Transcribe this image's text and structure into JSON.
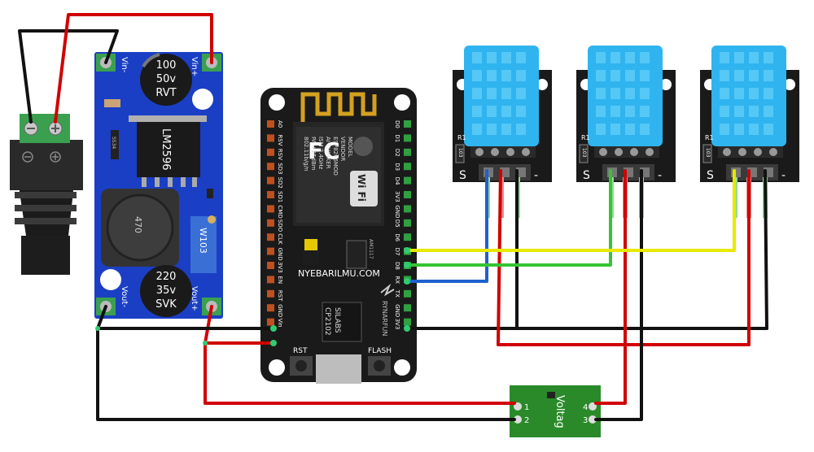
{
  "caps": {
    "in": {
      "line1": "100",
      "line2": "50v",
      "line3": "RVT"
    },
    "out": {
      "line1": "220",
      "line2": "35v",
      "line3": "SVK"
    }
  },
  "buck": {
    "chip": "LM2596",
    "inductor": "470",
    "pot": "W103",
    "ss": "SS34",
    "vin_minus": "Vin-",
    "vin_plus": "Vin+",
    "vout_minus": "Vout-",
    "vout_plus": "Vout+"
  },
  "mcu": {
    "model_lines": [
      "MODEL",
      "VENDOR",
      "ESP8266MOD",
      "AI-THINKER",
      "ISM 2.4GHz",
      "PA +25dBm",
      "802.11b/g/n"
    ],
    "fcc": "FC",
    "wifi": "Wi Fi",
    "usb_chip_lines": [
      "SILABS",
      "CP2102"
    ],
    "reg": "AM1117",
    "brand": "RYNARFUN",
    "rst_label": "RST",
    "flash_label": "FLASH",
    "pins_left": [
      "A0",
      "RSV",
      "RSV",
      "SD3",
      "SD2",
      "SD1",
      "CMD",
      "SDO",
      "CLK",
      "GND",
      "3V3",
      "EN",
      "RST",
      "GND",
      "Vin"
    ],
    "pins_right": [
      "D0",
      "D1",
      "D2",
      "D3",
      "D4",
      "3V3",
      "GND",
      "D5",
      "D6",
      "D7",
      "D8",
      "RX",
      "TX",
      "GND",
      "3V3"
    ]
  },
  "sensors": [
    {
      "label_s": "S",
      "label_minus": "-",
      "label_r": "R1",
      "res": "103"
    },
    {
      "label_s": "S",
      "label_minus": "-",
      "label_r": "R1",
      "res": "103"
    },
    {
      "label_s": "S",
      "label_minus": "-",
      "label_r": "R1",
      "res": "103"
    }
  ],
  "voltage_sensor": {
    "label": "Voltag",
    "pin1": "1",
    "pin2": "2",
    "pin3": "3",
    "pin4": "4"
  },
  "watermark": "NYEBARILMU.COM",
  "colors": {
    "board_blue": "#1a3fc4",
    "sensor_blue": "#2fb4f0",
    "wire_red": "#d10000",
    "wire_black": "#111111",
    "wire_green": "#35c435",
    "wire_yellow": "#e8e800",
    "wire_blue": "#2060d0",
    "terminal_green": "#3aa050"
  }
}
